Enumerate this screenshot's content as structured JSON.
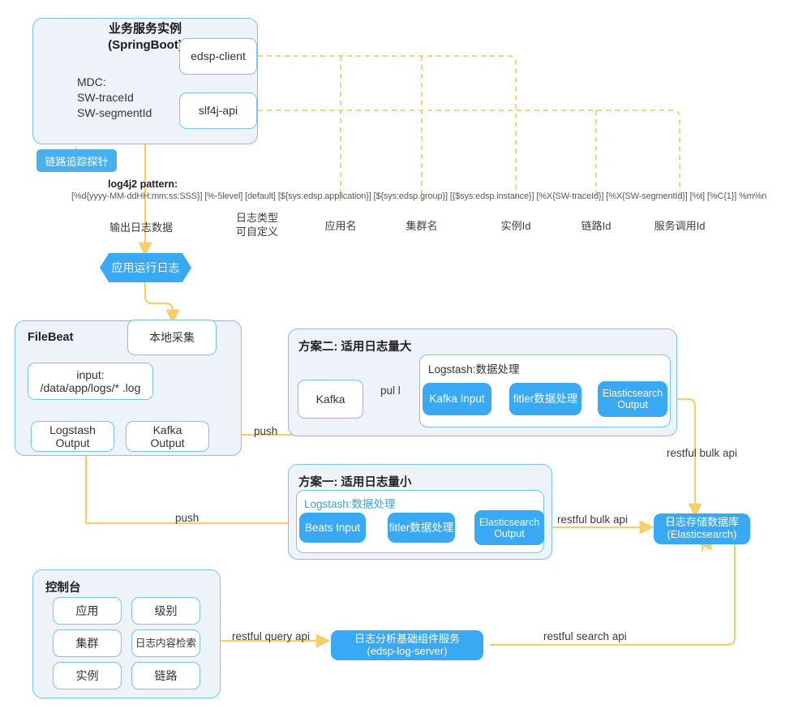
{
  "diagram": {
    "title_block": "业务服务实例\n(SpringBoot)",
    "title_line1": "业务服务实例",
    "title_line2": "(SpringBoot)",
    "mdc_label": "MDC:\nSW-traceId\nSW-segmentId",
    "mdc_line1": "MDC:",
    "mdc_line2": "SW-traceId",
    "mdc_line3": "SW-segmentId",
    "edsp_client": "edsp-client",
    "slf4j_api": "slf4j-api",
    "probe_tag": "链路追踪探针",
    "log4j_title": "log4j2 pattern:",
    "log4j_pattern": "[%d{yyyy-MM-ddHH:mm:ss:SSS}] [%-5level] [default] [${sys:edsp.application}] [${sys:edsp.group}] [{$sys:edsp.instance}] [%X{SW-traceId}] [%X{SW-segmentId}] [%t] [%C{1}] %m%n",
    "field_labels": [
      {
        "line1": "日志类型",
        "line2": "可自定义"
      },
      {
        "line1": "应用名",
        "line2": ""
      },
      {
        "line1": "集群名",
        "line2": ""
      },
      {
        "line1": "实例Id",
        "line2": ""
      },
      {
        "line1": "链路Id",
        "line2": ""
      },
      {
        "line1": "服务调用Id",
        "line2": ""
      }
    ],
    "output_log_label": "输出日志数据",
    "app_runtime_log": "应用运行日志",
    "filebeat": {
      "title": "FileBeat",
      "local_collect": "本地采集",
      "input_line1": "input:",
      "input_line2": "/data/app/logs/* .log",
      "logstash_output_line1": "Logstash",
      "logstash_output_line2": "Output",
      "kafka_output_line1": "Kafka",
      "kafka_output_line2": "Output"
    },
    "plan_two": {
      "title": "方案二: 适用日志量大",
      "kafka": "Kafka",
      "pull_label": "pul l",
      "logstash_title": "Logstash:数据处理",
      "kafka_input": "Kafka Input",
      "filter": "fitler数据处理",
      "es_output_line1": "Elasticsearch",
      "es_output_line2": "Output"
    },
    "plan_one": {
      "title": "方案一: 适用日志量小",
      "logstash_title": "Logstash:数据处理",
      "beats_input": "Beats Input",
      "filter": "fitler数据处理",
      "es_output_line1": "Elasticsearch",
      "es_output_line2": "Output"
    },
    "console": {
      "title": "控制台",
      "items": [
        "应用",
        "级别",
        "集群",
        "日志内容检索",
        "实例",
        "链路"
      ]
    },
    "log_server_line1": "日志分析基础组件服务",
    "log_server_line2": "(edsp-log-server)",
    "es_store_line1": "日志存储数据库",
    "es_store_line2": "(Elasticsearch)",
    "edge_labels": {
      "push_top": "push",
      "push_bottom": "push",
      "restful_bulk_api_top": "restful bulk api",
      "restful_bulk_api_bottom": "restful bulk api",
      "restful_query_api": "restful query api",
      "restful_search_api": "restful search api"
    },
    "colors": {
      "accent_blue": "#39a9f4",
      "panel_bg": "#eef3fa",
      "panel_border": "#7cc3f0",
      "arrow_yellow": "#f7cf6a",
      "dashed_yellow": "#f8d37a"
    }
  }
}
